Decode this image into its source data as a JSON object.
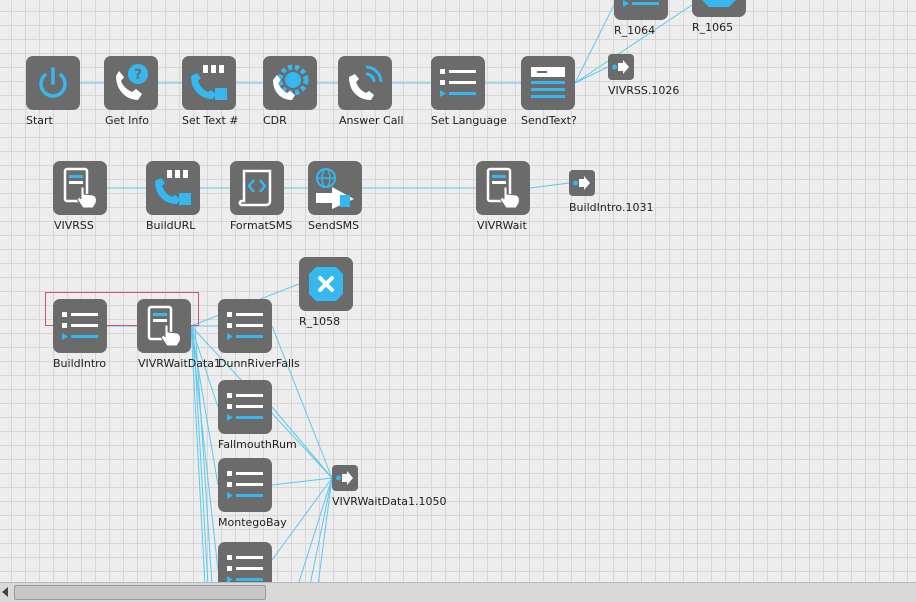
{
  "colors": {
    "accent": "#35b8f0",
    "node": "#6b6b6b",
    "edge": "#5cc8ef",
    "selection": "#cc5577"
  },
  "nodes": {
    "start": {
      "label": "Start",
      "icon": "power-icon"
    },
    "get_info": {
      "label": "Get Info",
      "icon": "phone-question-icon"
    },
    "set_text": {
      "label": "Set Text #",
      "icon": "phone-transfer-icon"
    },
    "cdr": {
      "label": "CDR",
      "icon": "gear-phone-icon"
    },
    "answer_call": {
      "label": "Answer Call",
      "icon": "phone-ring-icon"
    },
    "set_language": {
      "label": "Set Language",
      "icon": "menu-list-icon"
    },
    "send_text": {
      "label": "SendText?",
      "icon": "decision-card-icon"
    },
    "r_1064": {
      "label": "R_1064",
      "icon": "menu-list-icon"
    },
    "r_1065": {
      "label": "R_1065",
      "icon": "hangup-icon"
    },
    "vivrss_1026": {
      "label": "VIVRSS.1026",
      "icon": "goto-arrow-icon"
    },
    "vivrss": {
      "label": "VIVRSS",
      "icon": "tablet-touch-icon"
    },
    "build_url": {
      "label": "BuildURL",
      "icon": "phone-transfer-icon"
    },
    "format_sms": {
      "label": "FormatSMS",
      "icon": "script-scroll-icon"
    },
    "send_sms": {
      "label": "SendSMS",
      "icon": "globe-send-icon"
    },
    "vivr_wait": {
      "label": "VIVRWait",
      "icon": "tablet-touch-icon"
    },
    "build_intro_1031": {
      "label": "BuildIntro.1031",
      "icon": "goto-arrow-icon"
    },
    "r_1058": {
      "label": "R_1058",
      "icon": "hangup-icon"
    },
    "build_intro": {
      "label": "BuildIntro",
      "icon": "menu-list-icon"
    },
    "vivr_wait_data1": {
      "label": "VIVRWaitData1",
      "icon": "tablet-touch-icon"
    },
    "dunn_river_falls": {
      "label": "DunnRiverFalls",
      "icon": "menu-list-icon"
    },
    "fallmouth_rum": {
      "label": "FallmouthRum",
      "icon": "menu-list-icon"
    },
    "montego_bay": {
      "label": "MontegoBay",
      "icon": "menu-list-icon"
    },
    "vivr_wait_data1_1050": {
      "label": "VIVRWaitData1.1050",
      "icon": "goto-arrow-icon"
    },
    "unnamed_bottom": {
      "label": "",
      "icon": "menu-list-icon"
    }
  }
}
